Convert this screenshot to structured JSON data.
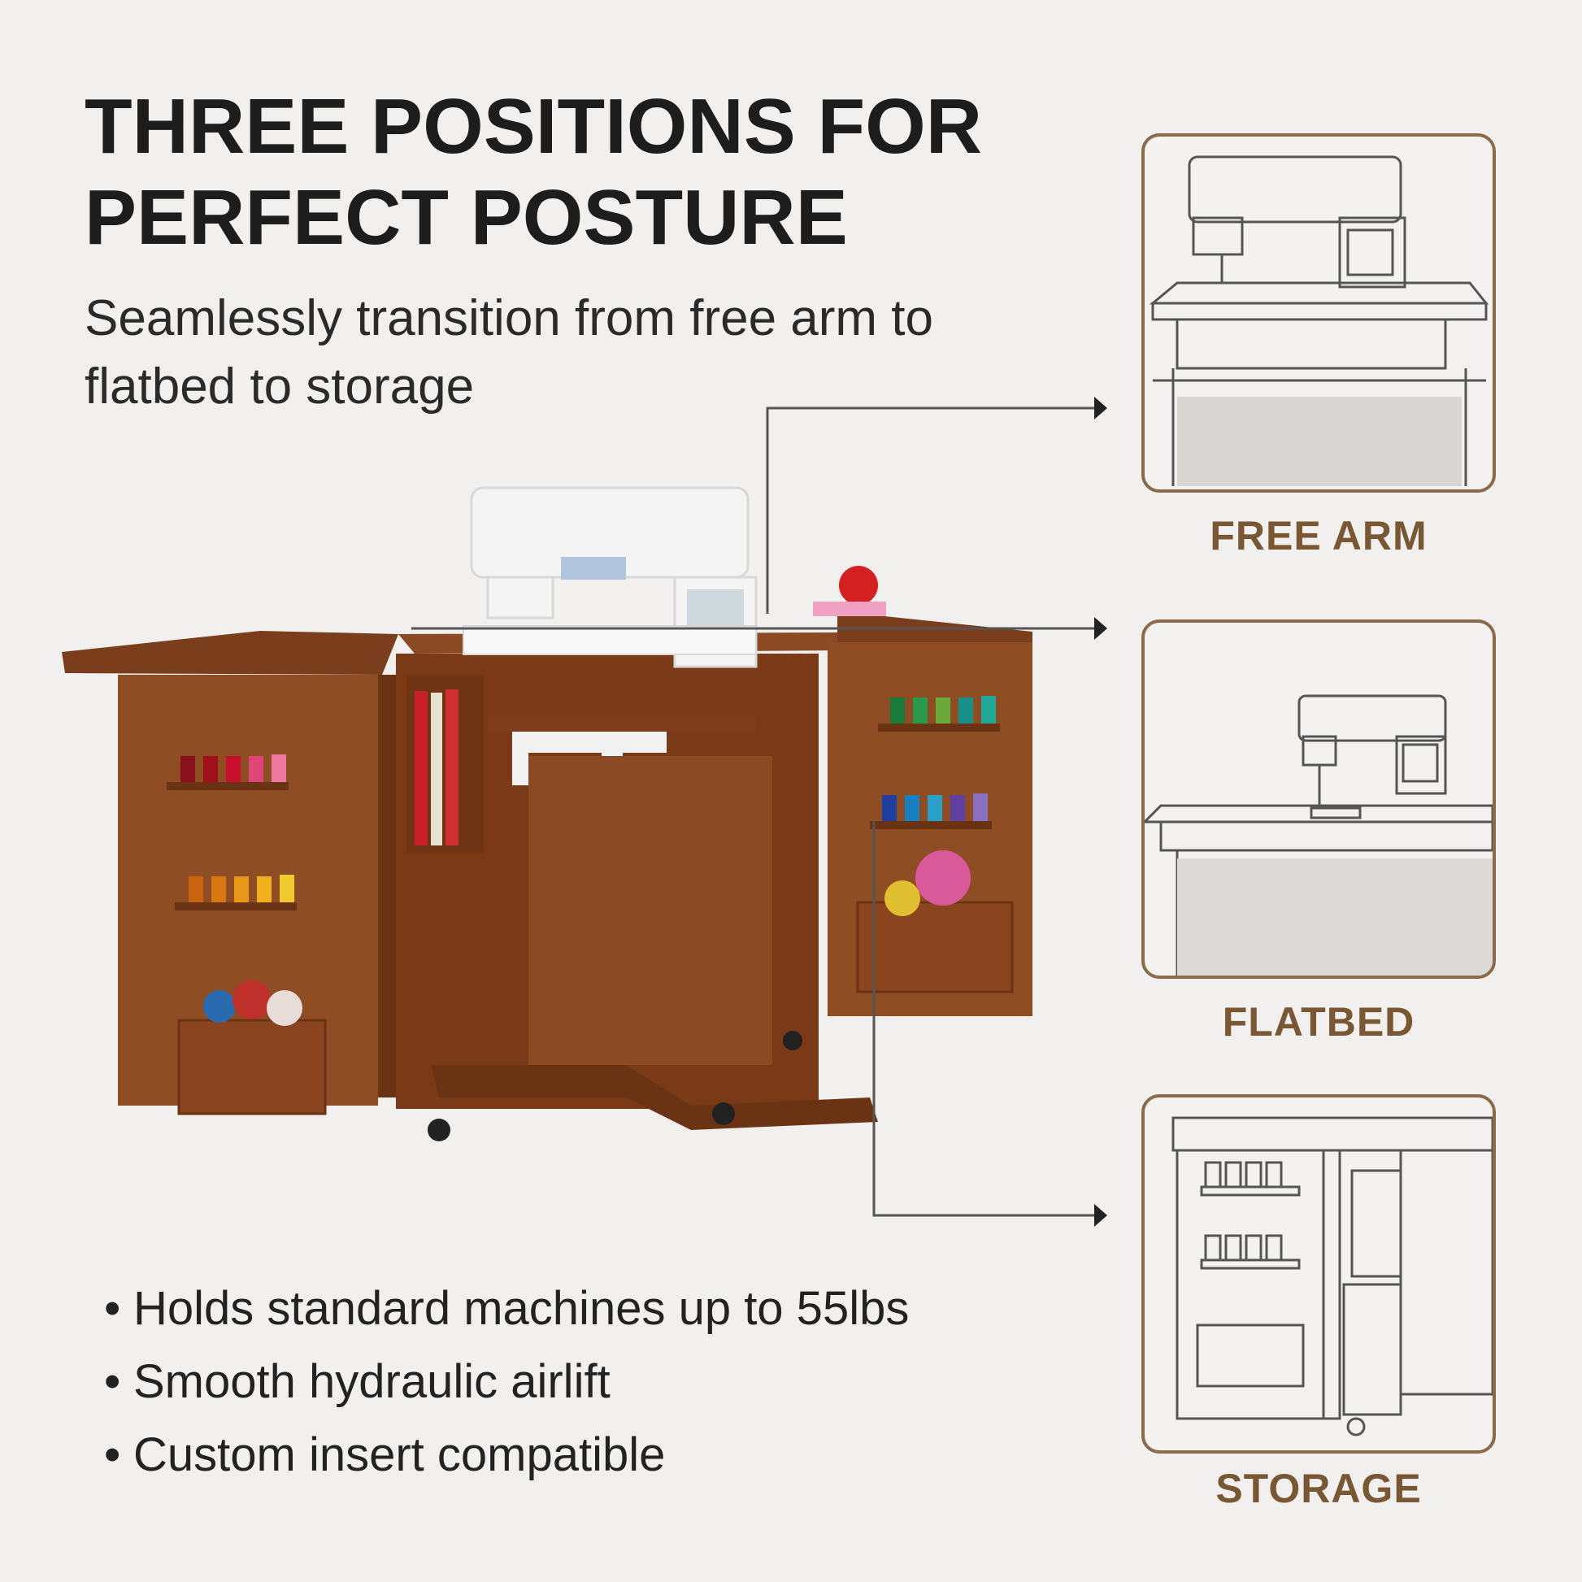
{
  "header": {
    "title": "THREE POSITIONS FOR PERFECT POSTURE",
    "subtitle": "Seamlessly transition from free arm to flatbed to storage"
  },
  "features": [
    "Holds standard machines up to 55lbs",
    "Smooth hydraulic airlift",
    "Custom insert compatible"
  ],
  "positions": [
    {
      "label": "FREE ARM"
    },
    {
      "label": "FLATBED"
    },
    {
      "label": "STORAGE"
    }
  ],
  "colors": {
    "background": "#f1f0ee",
    "heading": "#1d1d1d",
    "accent_brown": "#7a5733",
    "panel_border": "#8a6a4a",
    "wood": "#8a4a22"
  }
}
